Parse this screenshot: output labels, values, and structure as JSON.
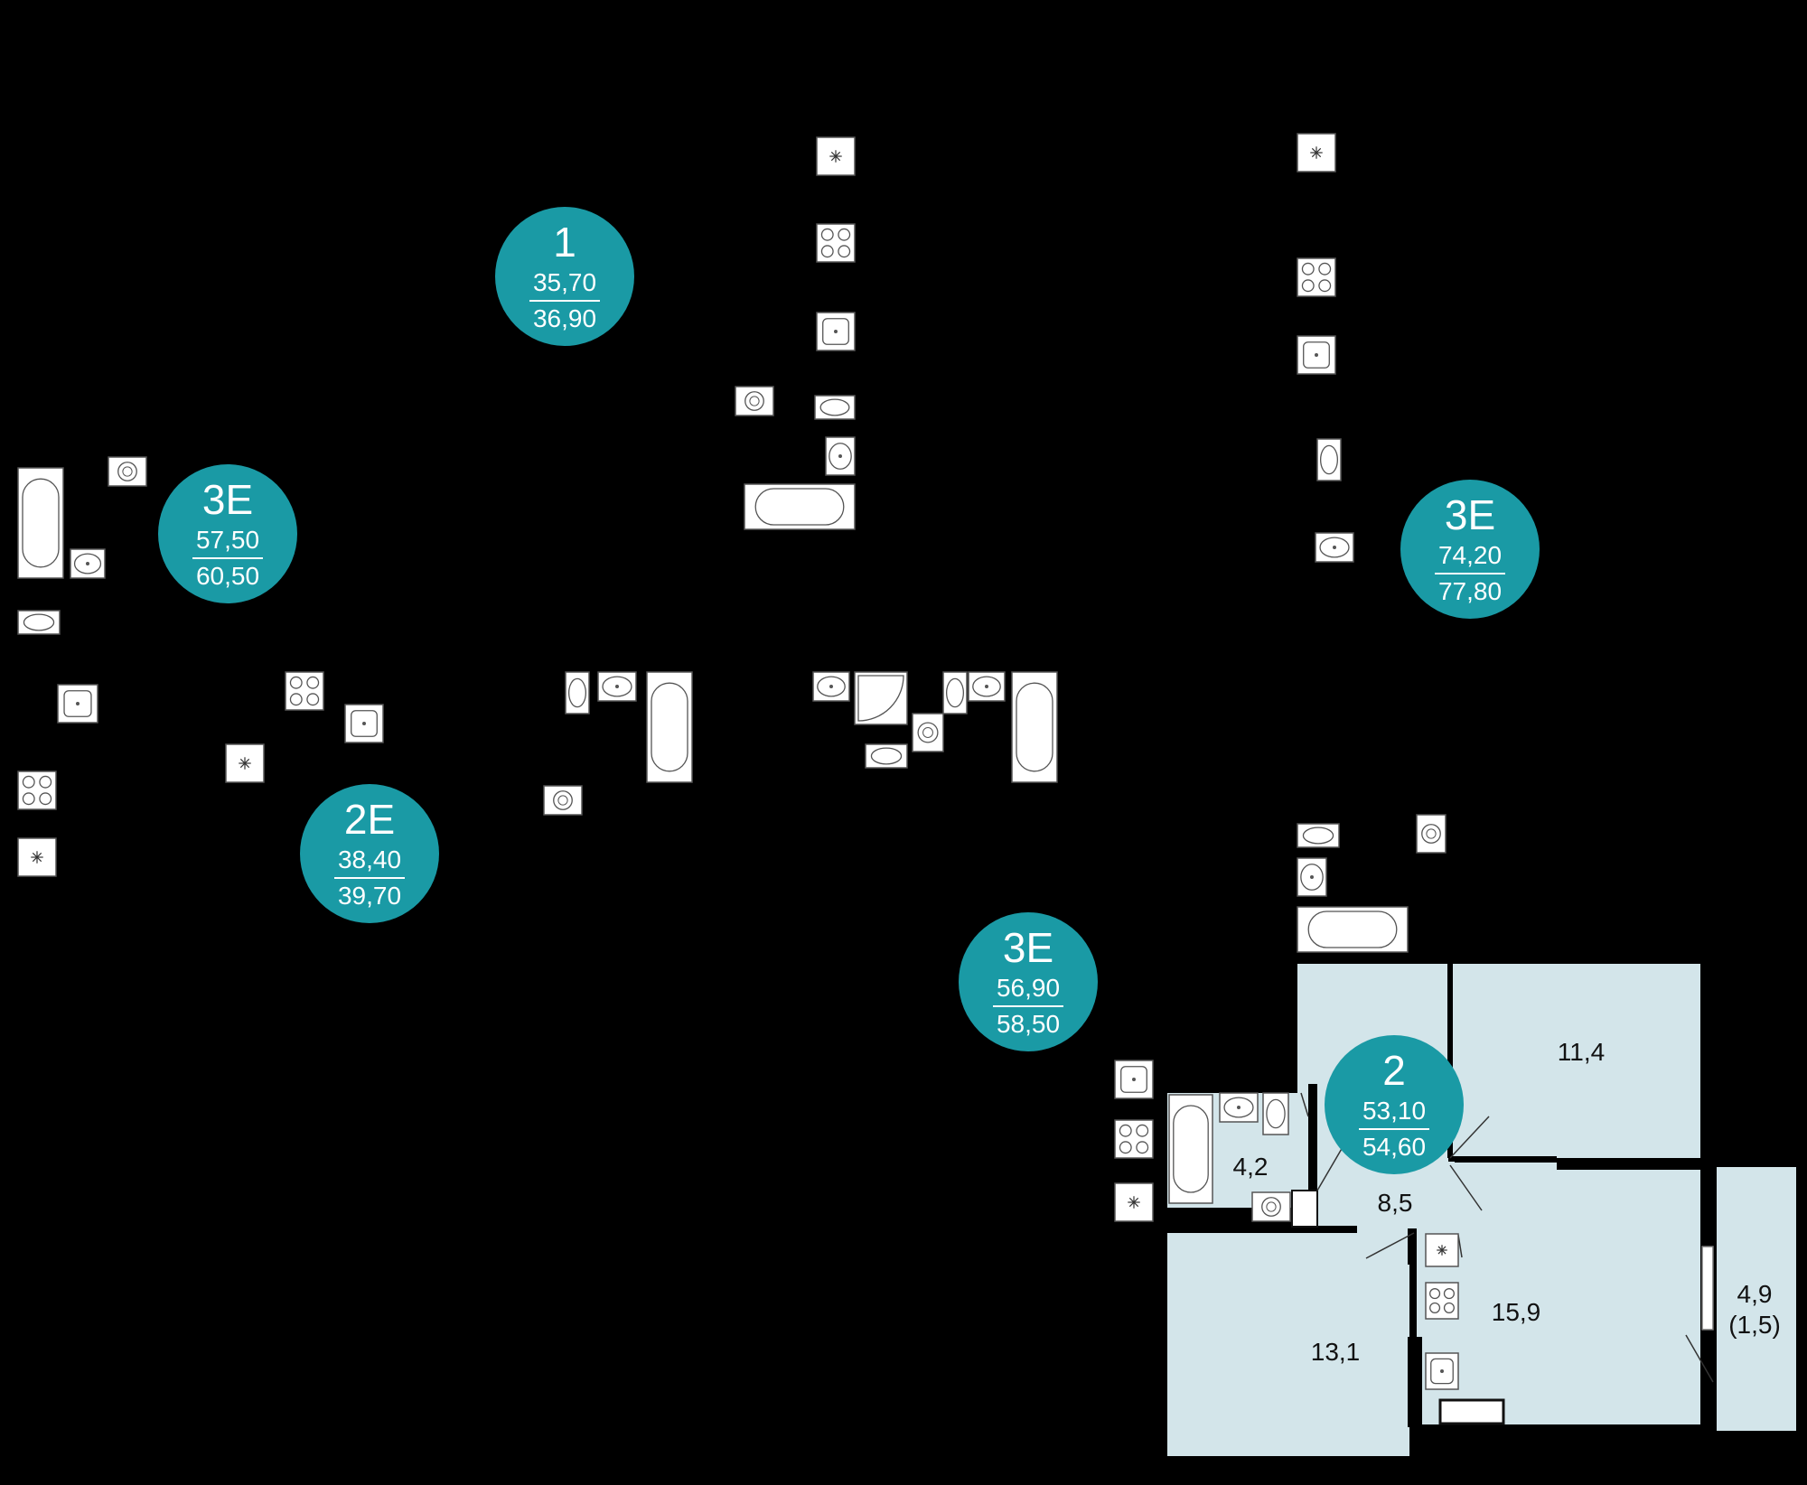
{
  "colors": {
    "background": "#000000",
    "badge": "#1a9aa5",
    "room_fill": "#d3e5ea",
    "fixture_fill": "#ffffff",
    "fixture_stroke": "#555555",
    "wall": "#000000"
  },
  "apartments": [
    {
      "name": "1",
      "area_living": "35,70",
      "area_total": "36,90"
    },
    {
      "name": "3Е",
      "area_living": "57,50",
      "area_total": "60,50"
    },
    {
      "name": "3Е",
      "area_living": "74,20",
      "area_total": "77,80"
    },
    {
      "name": "2Е",
      "area_living": "38,40",
      "area_total": "39,70"
    },
    {
      "name": "3Е",
      "area_living": "56,90",
      "area_total": "58,50"
    },
    {
      "name": "2",
      "area_living": "53,10",
      "area_total": "54,60"
    }
  ],
  "selected_apartment": {
    "name": "2",
    "rooms": [
      {
        "label": "11,4"
      },
      {
        "label": "4,2"
      },
      {
        "label": "8,5"
      },
      {
        "label": "15,9"
      },
      {
        "label": "13,1"
      },
      {
        "label": "4,9\n(1,5)"
      }
    ]
  },
  "fixtures": [
    {
      "icon": "fan-icon"
    },
    {
      "icon": "stove-icon"
    },
    {
      "icon": "sink-icon"
    },
    {
      "icon": "washer-icon"
    },
    {
      "icon": "toilet-icon"
    },
    {
      "icon": "basin-icon"
    },
    {
      "icon": "bathtub-icon"
    },
    {
      "icon": "shower-icon"
    }
  ]
}
